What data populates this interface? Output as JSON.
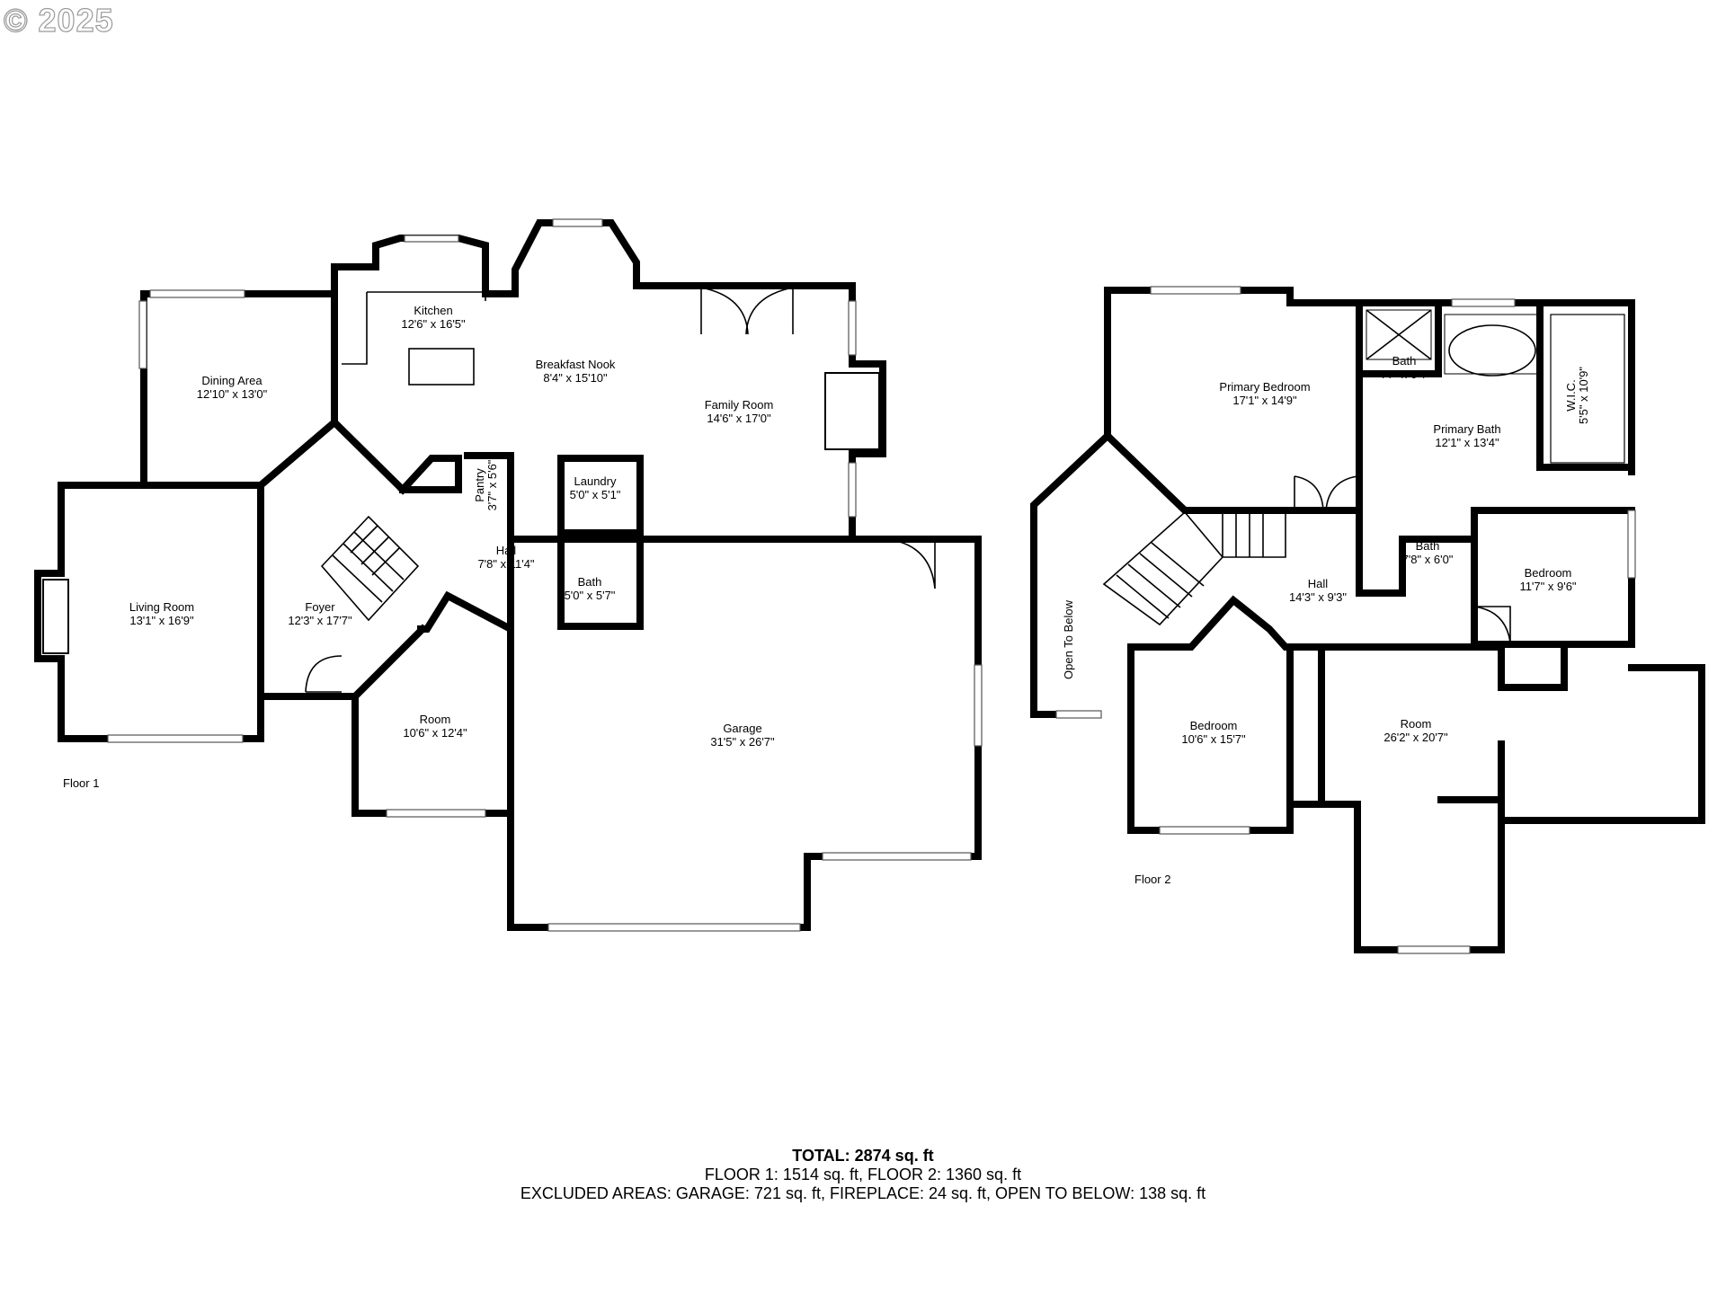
{
  "copyright": "© 2025",
  "floors": [
    {
      "label": "Floor 1",
      "rooms": [
        {
          "name": "Kitchen",
          "dims": "12'6\" x 16'5\""
        },
        {
          "name": "Breakfast Nook",
          "dims": "8'4\" x 15'10\""
        },
        {
          "name": "Dining Area",
          "dims": "12'10\" x 13'0\""
        },
        {
          "name": "Family Room",
          "dims": "14'6\" x 17'0\""
        },
        {
          "name": "Living Room",
          "dims": "13'1\" x 16'9\""
        },
        {
          "name": "Foyer",
          "dims": "12'3\" x 17'7\""
        },
        {
          "name": "Pantry",
          "dims": "3'7\" x 5'6\""
        },
        {
          "name": "Laundry",
          "dims": "5'0\" x 5'1\""
        },
        {
          "name": "Hall",
          "dims": "7'8\" x 11'4\""
        },
        {
          "name": "Bath",
          "dims": "5'0\" x 5'7\""
        },
        {
          "name": "Room",
          "dims": "10'6\" x 12'4\""
        },
        {
          "name": "Garage",
          "dims": "31'5\" x 26'7\""
        }
      ]
    },
    {
      "label": "Floor 2",
      "rooms": [
        {
          "name": "Primary Bedroom",
          "dims": "17'1\" x 14'9\""
        },
        {
          "name": "Bath",
          "dims": "4'7\" x 6'4\""
        },
        {
          "name": "Primary Bath",
          "dims": "12'1\" x 13'4\""
        },
        {
          "name": "W.I.C.",
          "dims": "5'5\" x 10'9\""
        },
        {
          "name": "Bath",
          "dims": "7'8\" x 6'0\""
        },
        {
          "name": "Bedroom",
          "dims": "11'7\" x 9'6\""
        },
        {
          "name": "Hall",
          "dims": "14'3\" x 9'3\""
        },
        {
          "name": "Open To Below",
          "dims": ""
        },
        {
          "name": "Bedroom",
          "dims": "10'6\" x 15'7\""
        },
        {
          "name": "Room",
          "dims": "26'2\" x 20'7\""
        }
      ]
    }
  ],
  "totals": {
    "total_prefix": "TOTAL:",
    "total_value": "2874 sq. ft",
    "floor_line": "FLOOR 1: 1514 sq. ft, FLOOR 2: 1360 sq. ft",
    "excluded_line": "EXCLUDED AREAS: GARAGE: 721 sq. ft, FIREPLACE: 24 sq. ft, OPEN TO BELOW: 138 sq. ft"
  }
}
